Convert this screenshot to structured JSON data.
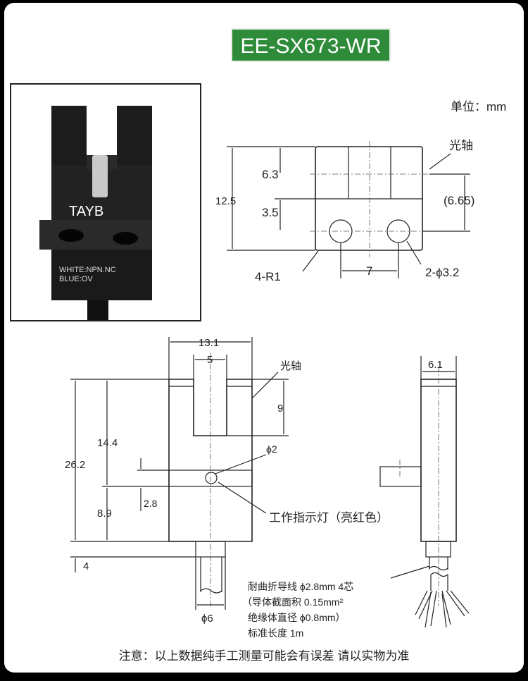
{
  "title": "EE-SX673-WR",
  "unit_label": "单位：mm",
  "photo": {
    "brand": "TAYB",
    "label_line1": "WHITE:NPN.NC",
    "label_line2": "BLUE:OV"
  },
  "top_view": {
    "dim_total_height": "12.5",
    "dim_top": "6.3",
    "dim_mid": "3.5",
    "dim_axis": "(6.65)",
    "optical_axis": "光轴",
    "corner_radius": "4-R1",
    "hole_spacing": "7",
    "holes": "2-ϕ3.2"
  },
  "front_view": {
    "width": "13.1",
    "slot_width": "5",
    "slot_depth": "9",
    "optical_axis": "光轴",
    "dim_14_4": "14.4",
    "dim_26_2": "26.2",
    "dim_8_9": "8.9",
    "dim_2_8": "2.8",
    "led_diameter": "ϕ2",
    "dim_4": "4",
    "cable_diameter": "ϕ6",
    "indicator": "工作指示灯（亮红色）"
  },
  "side_view": {
    "thickness": "6.1"
  },
  "cable_spec": {
    "line1": "耐曲折导线 ϕ2.8mm  4芯",
    "line2": "（导体截面积 0.15mm²",
    "line3": "绝缘体直径 ϕ0.8mm）",
    "line4": "标准长度 1m"
  },
  "footer_note": "注意：以上数据纯手工测量可能会有误差 请以实物为准"
}
